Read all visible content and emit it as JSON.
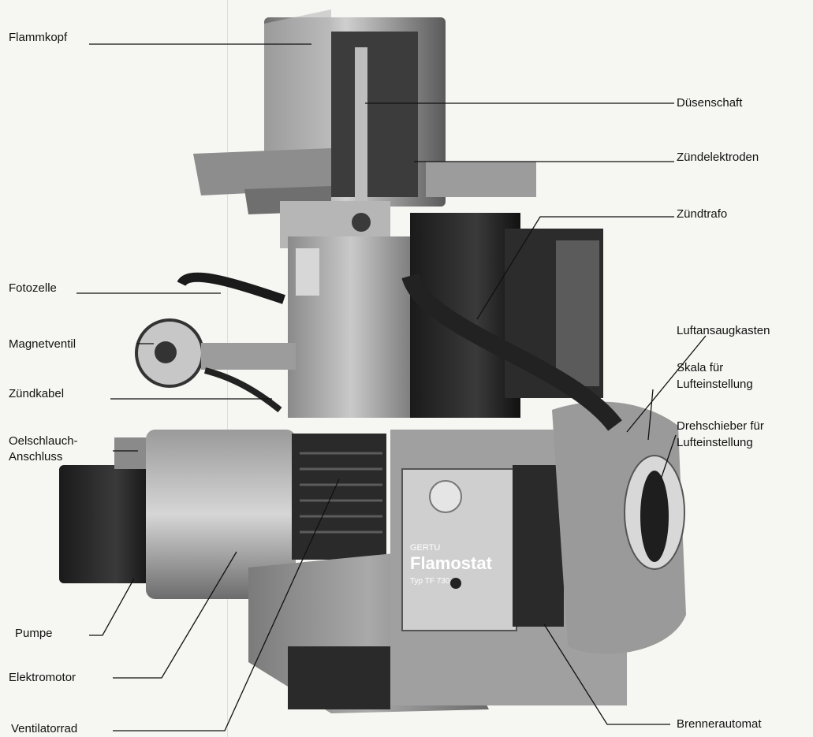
{
  "labels": {
    "flammkopf": "Flammkopf",
    "duesenschaft": "Düsenschaft",
    "zuendelektroden": "Zündelektroden",
    "zuendtrafo": "Zündtrafo",
    "fotozelle": "Fotozelle",
    "magnetventil": "Magnetventil",
    "zuendkabel": "Zündkabel",
    "oelschlauch_1": "Oelschlauch-",
    "oelschlauch_2": "Anschluss",
    "luftansaugkasten": "Luftansaugkasten",
    "skala_1": "Skala für",
    "skala_2": "Lufteinstellung",
    "drehschieber_1": "Drehschieber für",
    "drehschieber_2": "Lufteinstellung",
    "pumpe": "Pumpe",
    "elektromotor": "Elektromotor",
    "ventilatorrad": "Ventilatorrad",
    "brennerautomat": "Brennerautomat"
  },
  "device_text": {
    "brand": "GERTU",
    "product": "Flamostat",
    "model": "Typ TF 730"
  }
}
